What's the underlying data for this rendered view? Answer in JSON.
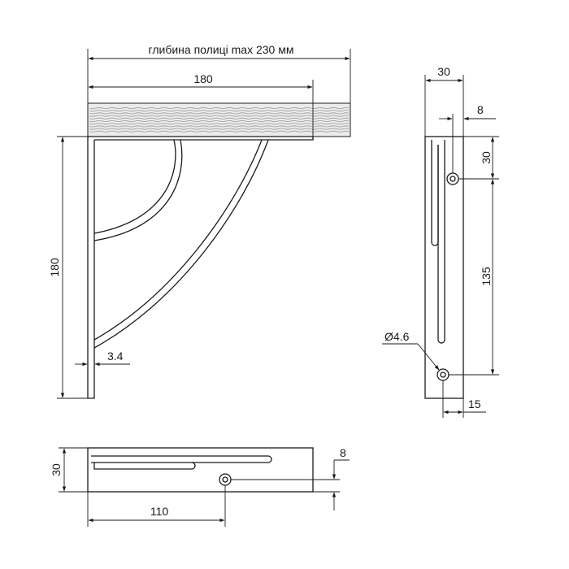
{
  "dimensions": {
    "shelf_depth": "глибина полиці max 230 мм",
    "top_length": "180",
    "height": "180",
    "thickness": "3.4",
    "side_width": "30",
    "side_hole_offset": "8",
    "side_top_hole": "30",
    "side_hole_spacing": "135",
    "hole_diameter": "Ø4.6",
    "side_bottom_hole": "15",
    "bottom_width": "30",
    "bottom_hole_offset": "8",
    "bottom_length": "110"
  },
  "colors": {
    "line": "#1a1a1a",
    "shelf_fill": "#ebebeb",
    "wood_grain": "#9a9a9a"
  }
}
